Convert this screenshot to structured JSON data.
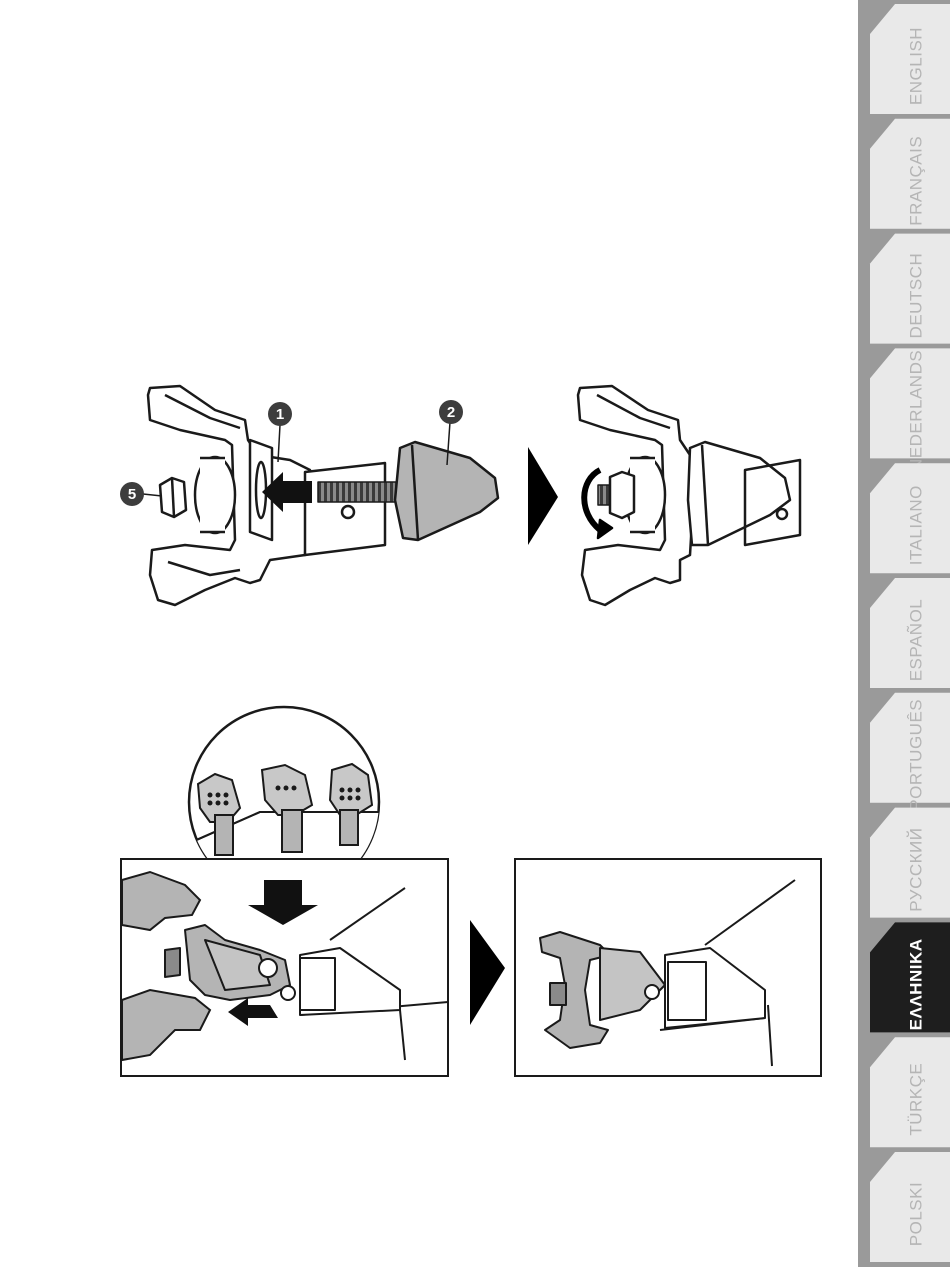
{
  "language_tabs": [
    {
      "label": "ENGLISH",
      "active": false
    },
    {
      "label": "FRANÇAIS",
      "active": false
    },
    {
      "label": "DEUTSCH",
      "active": false
    },
    {
      "label": "NEDERLANDS",
      "active": false
    },
    {
      "label": "ITALIANO",
      "active": false
    },
    {
      "label": "ESPAÑOL",
      "active": false
    },
    {
      "label": "PORTUGUÊS",
      "active": false
    },
    {
      "label": "РУССКИЙ",
      "active": false
    },
    {
      "label": "ΕΛΛΗΝΙΚΑ",
      "active": true
    },
    {
      "label": "TÜRKÇE",
      "active": false
    },
    {
      "label": "POLSKI",
      "active": false
    }
  ],
  "callouts": {
    "part1": "1",
    "part2": "2",
    "part5": "5"
  },
  "colors": {
    "tab_inactive": "#e9e9e9",
    "tab_inactive_text": "#b5b5b5",
    "tab_active": "#1e1e1e",
    "tab_active_text": "#ffffff",
    "tab_strip": "#9a9a9a",
    "part_gray": "#b4b4b4",
    "line": "#1a1a1a"
  }
}
